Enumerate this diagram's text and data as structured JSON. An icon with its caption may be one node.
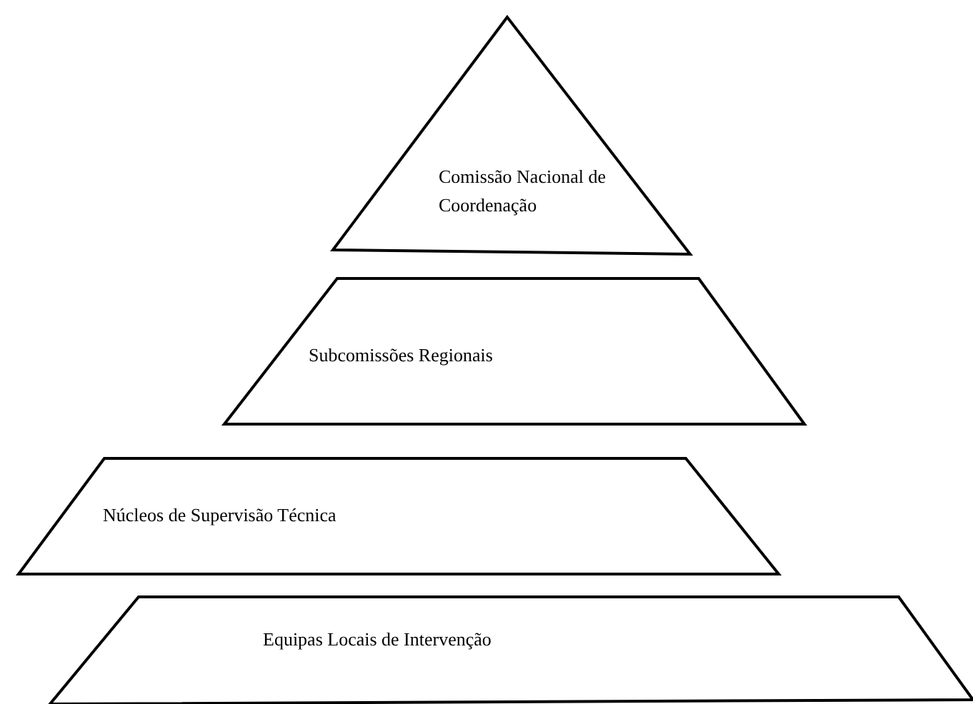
{
  "diagram": {
    "nodes": [
      {
        "text": [
          "Comissão Nacional de Coordenação"
        ]
      },
      {
        "text": [
          "Subcomissões Regionais"
        ]
      },
      {
        "text": [
          "Núcleos de Supervisão Técnica"
        ]
      },
      {
        "text": [
          "Equipas Locais de Intervenção"
        ]
      }
    ]
  }
}
